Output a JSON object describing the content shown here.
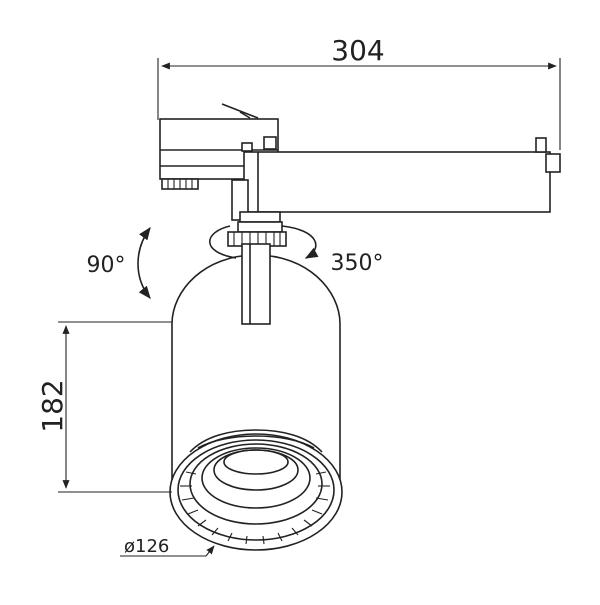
{
  "dimensions": {
    "width_label": "304",
    "height_label": "182",
    "diameter_label": "ø126"
  },
  "rotations": {
    "tilt_label": "90°",
    "pan_label": "350°"
  }
}
